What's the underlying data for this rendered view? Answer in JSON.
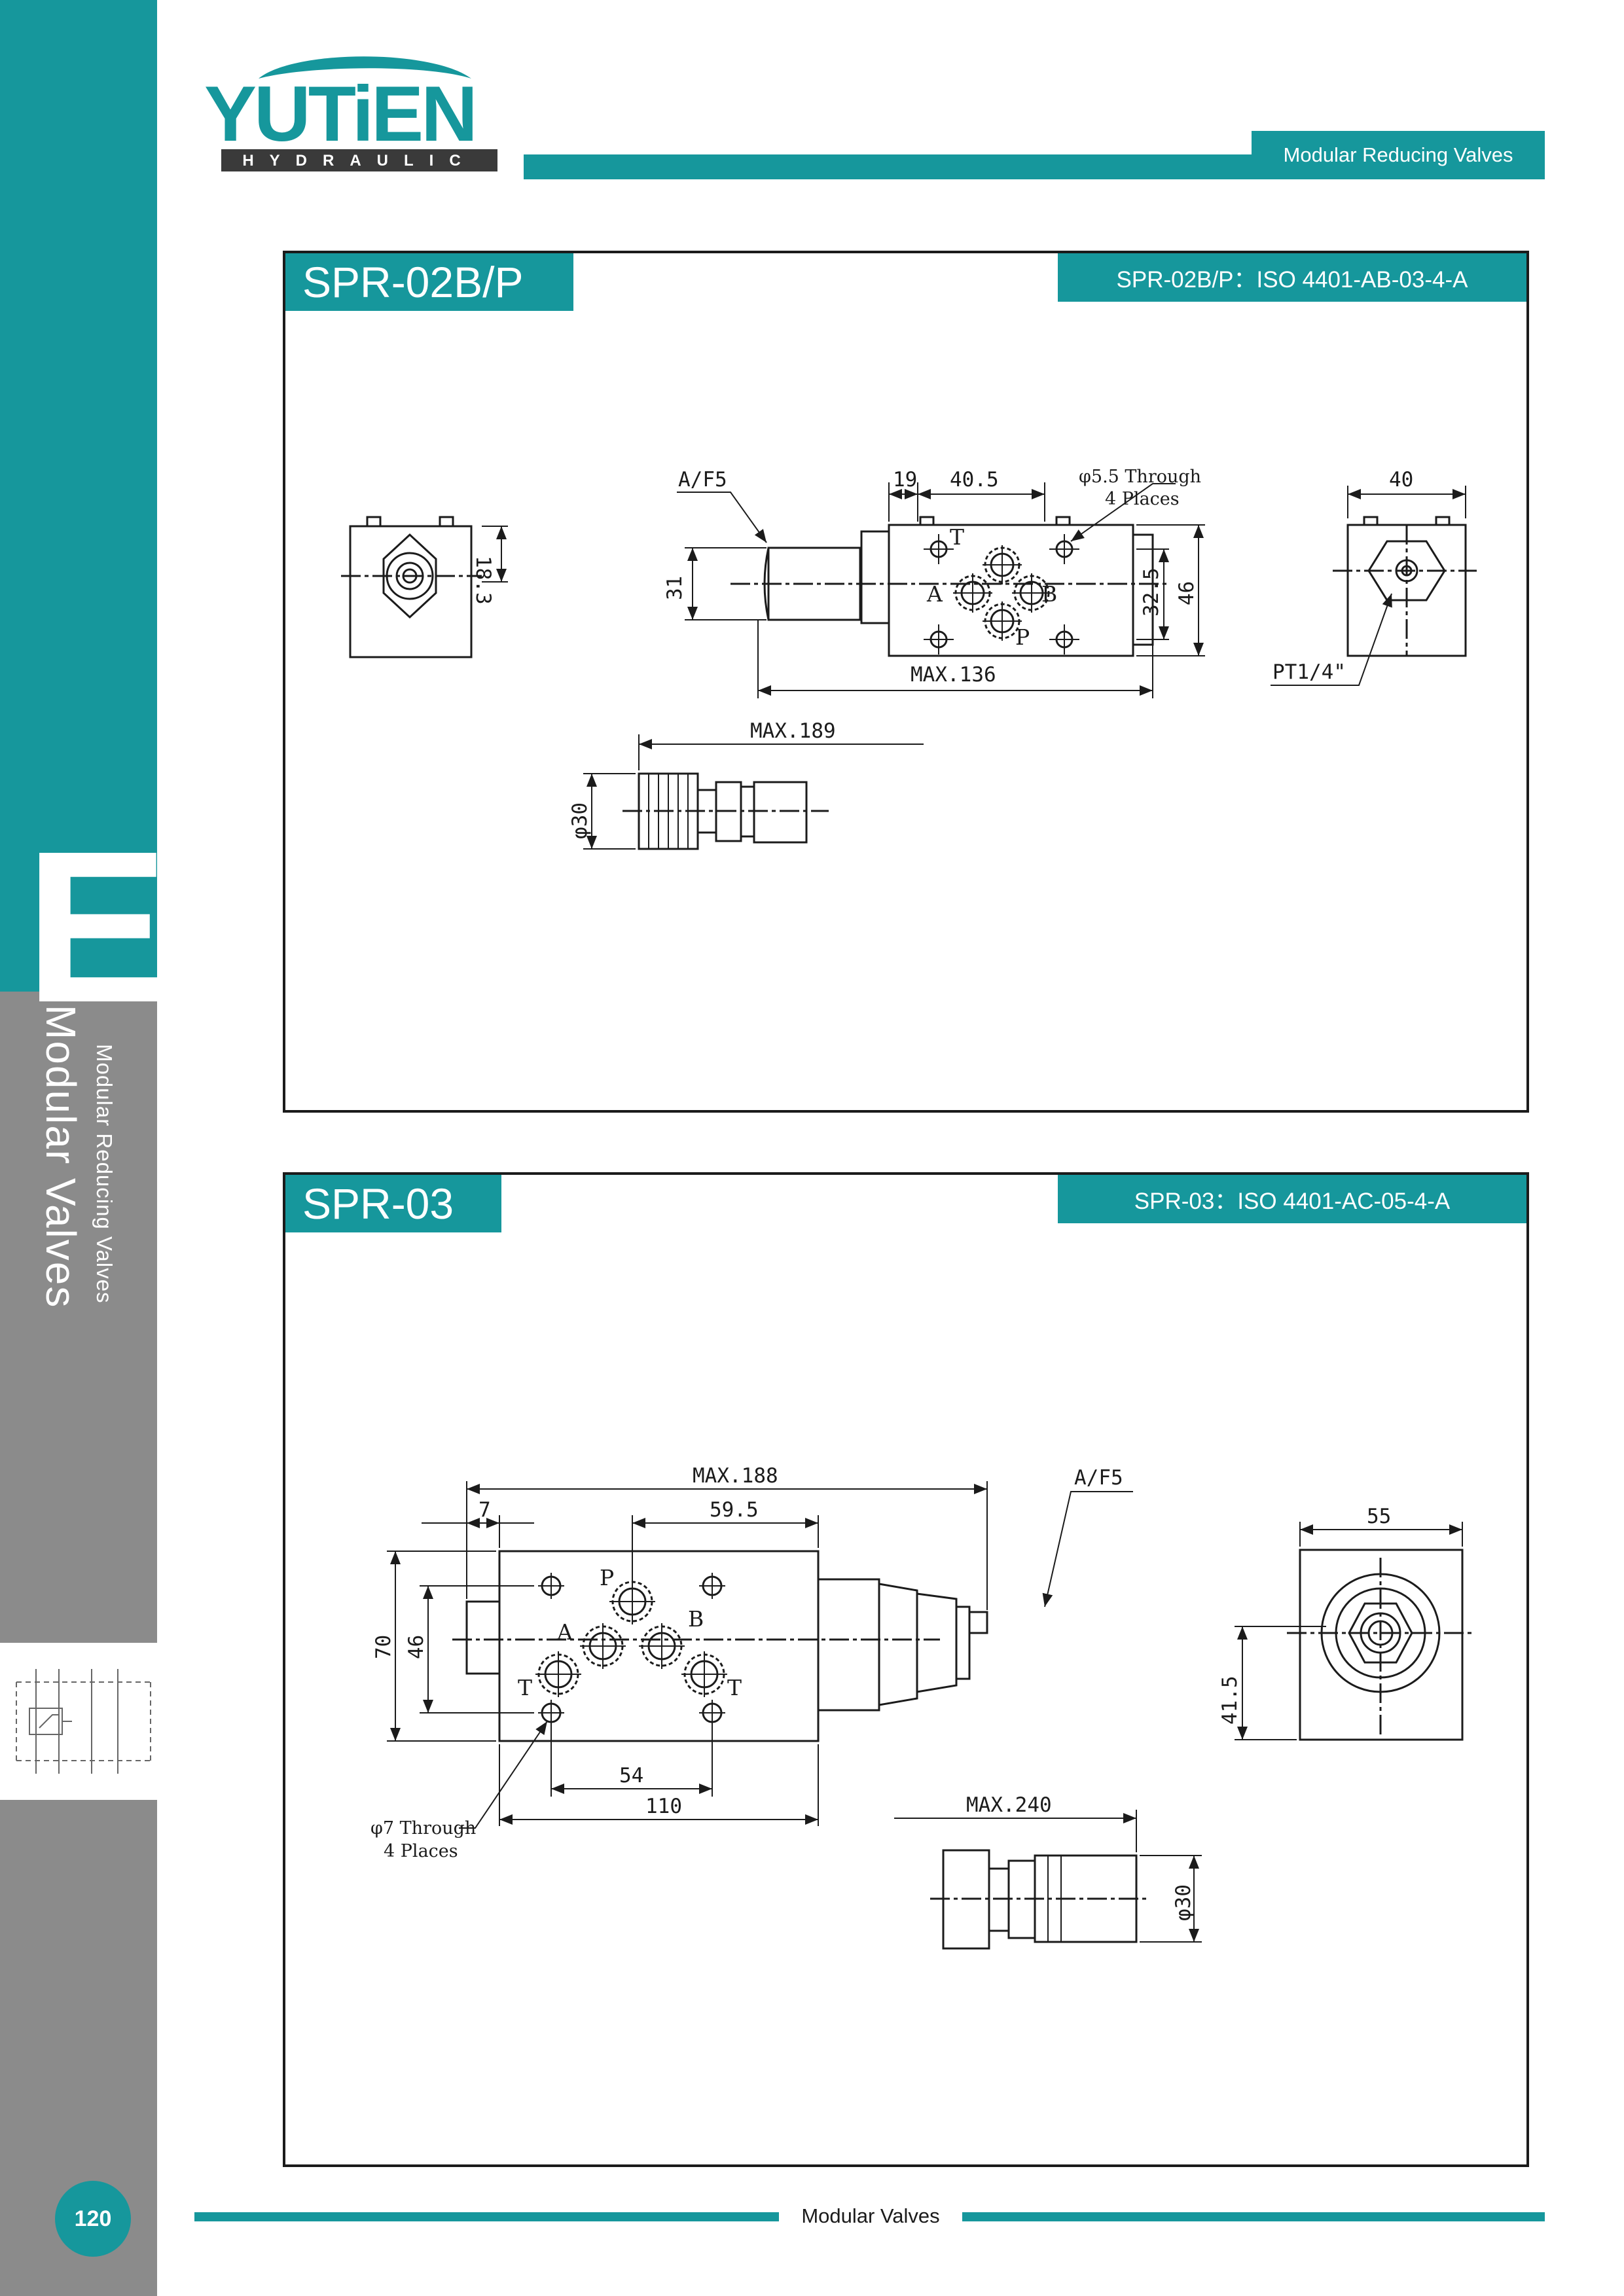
{
  "colors": {
    "accent": "#16979c",
    "sidebar_gray": "#8b8b8b",
    "ink": "#1b1b1b"
  },
  "brand": {
    "name": "YUTiEN",
    "subtitle": "HYDRAULIC"
  },
  "header": {
    "section_label": "Modular Reducing Valves"
  },
  "sidebar": {
    "letter": "E",
    "vertical_title": "Modular Valves",
    "vertical_subtitle": "Modular Reducing Valves",
    "page_number": "120",
    "symbol_icon": "hydraulic-symbol-icon"
  },
  "footer": {
    "label": "Modular Valves"
  },
  "panels": [
    {
      "model": "SPR-02B/P",
      "iso": "SPR-02B/P：ISO 4401-AB-03-4-A",
      "dims": {
        "af": "A/F5",
        "d19": "19",
        "d40_5": "40.5",
        "hole_line1": "φ5.5 Through",
        "hole_line2": "4 Places",
        "d40": "40",
        "d18_3": "18.3",
        "d31": "31",
        "d32_5": "32.5",
        "d46": "46",
        "max136": "MAX.136",
        "pt": "PT1/4\"",
        "max189": "MAX.189",
        "phi30": "φ30",
        "port_t": "T",
        "port_a": "A",
        "port_b": "B",
        "port_p": "P"
      }
    },
    {
      "model": "SPR-03",
      "iso": "SPR-03：ISO 4401-AC-05-4-A",
      "dims": {
        "max188": "MAX.188",
        "af": "A/F5",
        "d7": "7",
        "d59_5": "59.5",
        "d70": "70",
        "d46": "46",
        "d54": "54",
        "d110": "110",
        "hole_line1": "φ7 Through",
        "hole_line2": "4 Places",
        "d55": "55",
        "d41_5": "41.5",
        "max240": "MAX.240",
        "phi30": "φ30",
        "port_p": "P",
        "port_a": "A",
        "port_b": "B",
        "port_t1": "T",
        "port_t2": "T"
      }
    }
  ]
}
